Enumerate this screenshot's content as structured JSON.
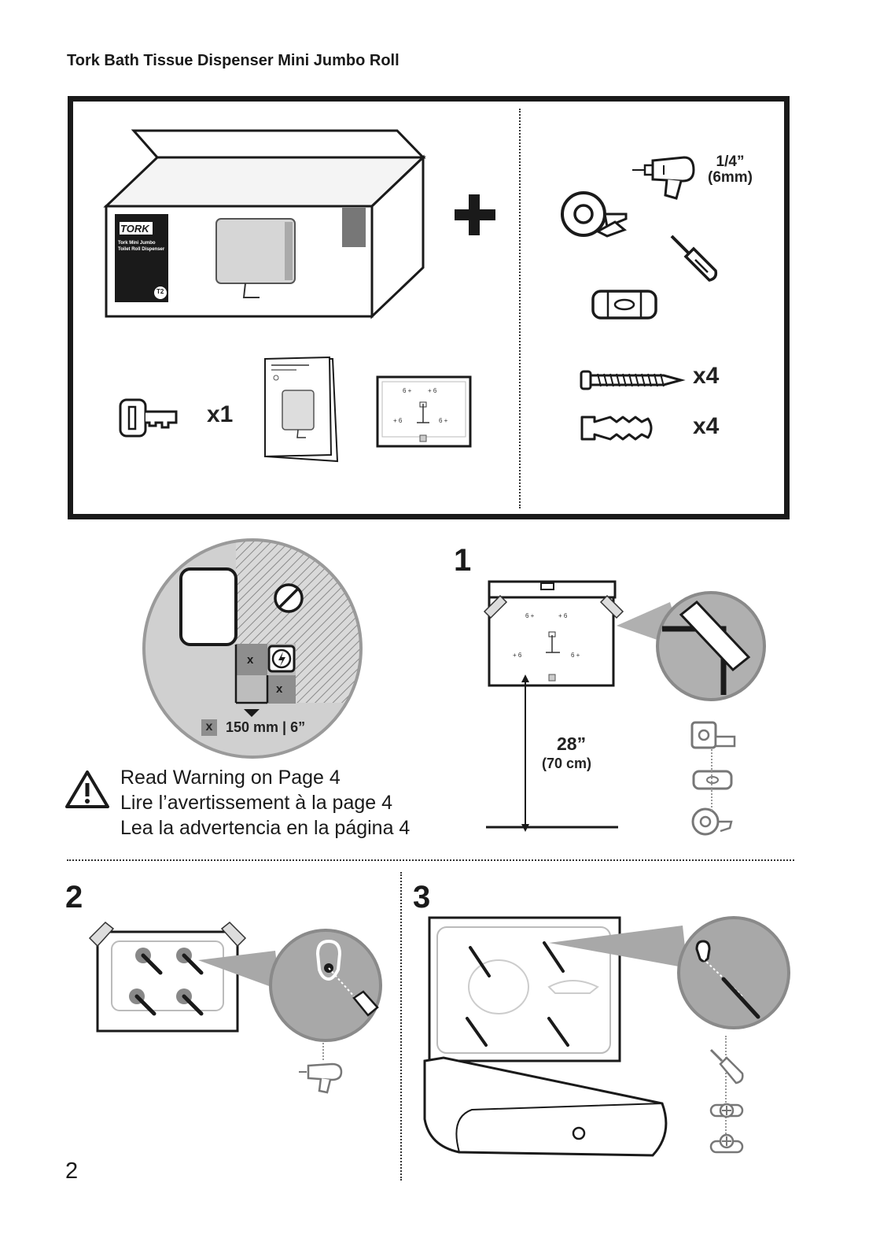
{
  "document": {
    "title": "Tork Bath Tissue Dispenser Mini Jumbo Roll",
    "page_number": "2"
  },
  "contents": {
    "box_label": "TORK",
    "box_subtext": "Tork Mini Jumbo Toilet Roll Dispenser",
    "box_badge": "T2",
    "key_qty": "x1",
    "screw_qty": "x4",
    "anchor_qty": "x4",
    "drill_size_line1": "1/4”",
    "drill_size_line2": "(6mm)"
  },
  "clearance": {
    "x_marker": "x",
    "dimension": "150 mm | 6”"
  },
  "warning": {
    "lines": [
      "Read Warning on Page 4",
      "Lire l’avertissement à la page 4",
      "Lea la advertencia en la página 4"
    ]
  },
  "steps": {
    "step1": {
      "number": "1",
      "height_line1": "28”",
      "height_line2": "(70 cm)"
    },
    "step2": {
      "number": "2"
    },
    "step3": {
      "number": "3"
    }
  },
  "icons": [
    "tape-icon",
    "drill-icon",
    "screwdriver-icon",
    "level-icon",
    "screw-icon",
    "wall-anchor-icon",
    "key-icon",
    "warning-triangle-icon",
    "measuring-tape-icon"
  ]
}
